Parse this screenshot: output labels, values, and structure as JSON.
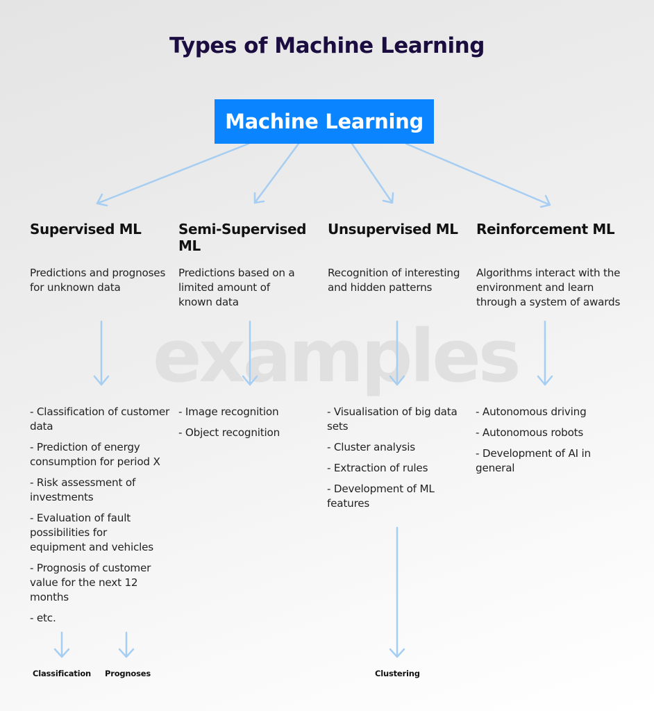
{
  "title": "Types of Machine Learning",
  "root": {
    "label": "Machine Learning"
  },
  "watermark": "examples",
  "colors": {
    "accent": "#0a84ff",
    "title": "#1b0d3f",
    "arrow": "#a6cdf2"
  },
  "columns": [
    {
      "title": "Supervised ML",
      "description": "Predictions and prognoses for unknown data",
      "examples": [
        "- Classification of customer data",
        "- Prediction of energy consumption for period X",
        "- Risk assessment of investments",
        "- Evaluation of fault possibilities for equipment and vehicles",
        "- Prognosis of customer value for the next 12 months",
        "- etc."
      ],
      "outcomes": [
        "Classification",
        "Prognoses"
      ]
    },
    {
      "title": "Semi-Supervised ML",
      "description": "Predictions based on a limited amount of known data",
      "examples": [
        "- Image recognition",
        "- Object recognition"
      ],
      "outcomes": []
    },
    {
      "title": "Unsupervised ML",
      "description": "Recognition of interesting and hidden patterns",
      "examples": [
        "- Visualisation of big data sets",
        "- Cluster analysis",
        "- Extraction of rules",
        "- Development of ML features"
      ],
      "outcomes": [
        "Clustering"
      ]
    },
    {
      "title": "Reinforcement ML",
      "description": "Algorithms interact with the environment and learn through a system of awards",
      "examples": [
        "- Autonomous driving",
        "- Autonomous robots",
        "- Development of AI in general"
      ],
      "outcomes": []
    }
  ]
}
